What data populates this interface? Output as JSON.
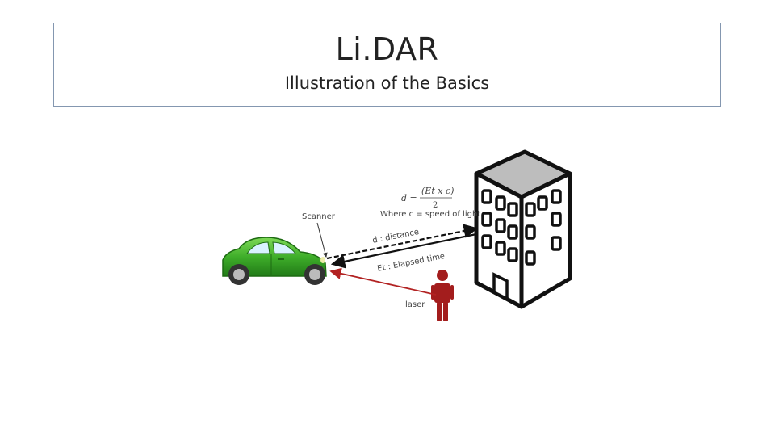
{
  "slide": {
    "title": "Li.DAR",
    "subtitle": "Illustration of the Basics"
  },
  "diagram": {
    "formula_lhs": "d =",
    "formula_numerator": "(Et x c)",
    "formula_denominator": "2",
    "formula_note": "Where c = speed of light",
    "scanner_label": "Scanner",
    "distance_label": "d : distance",
    "elapsed_label": "Et : Elapsed time",
    "laser_label": "laser",
    "colors": {
      "car": "#3fae2a",
      "laser": "#b22222",
      "person": "#a31d1d",
      "building": "#ffffff"
    }
  }
}
